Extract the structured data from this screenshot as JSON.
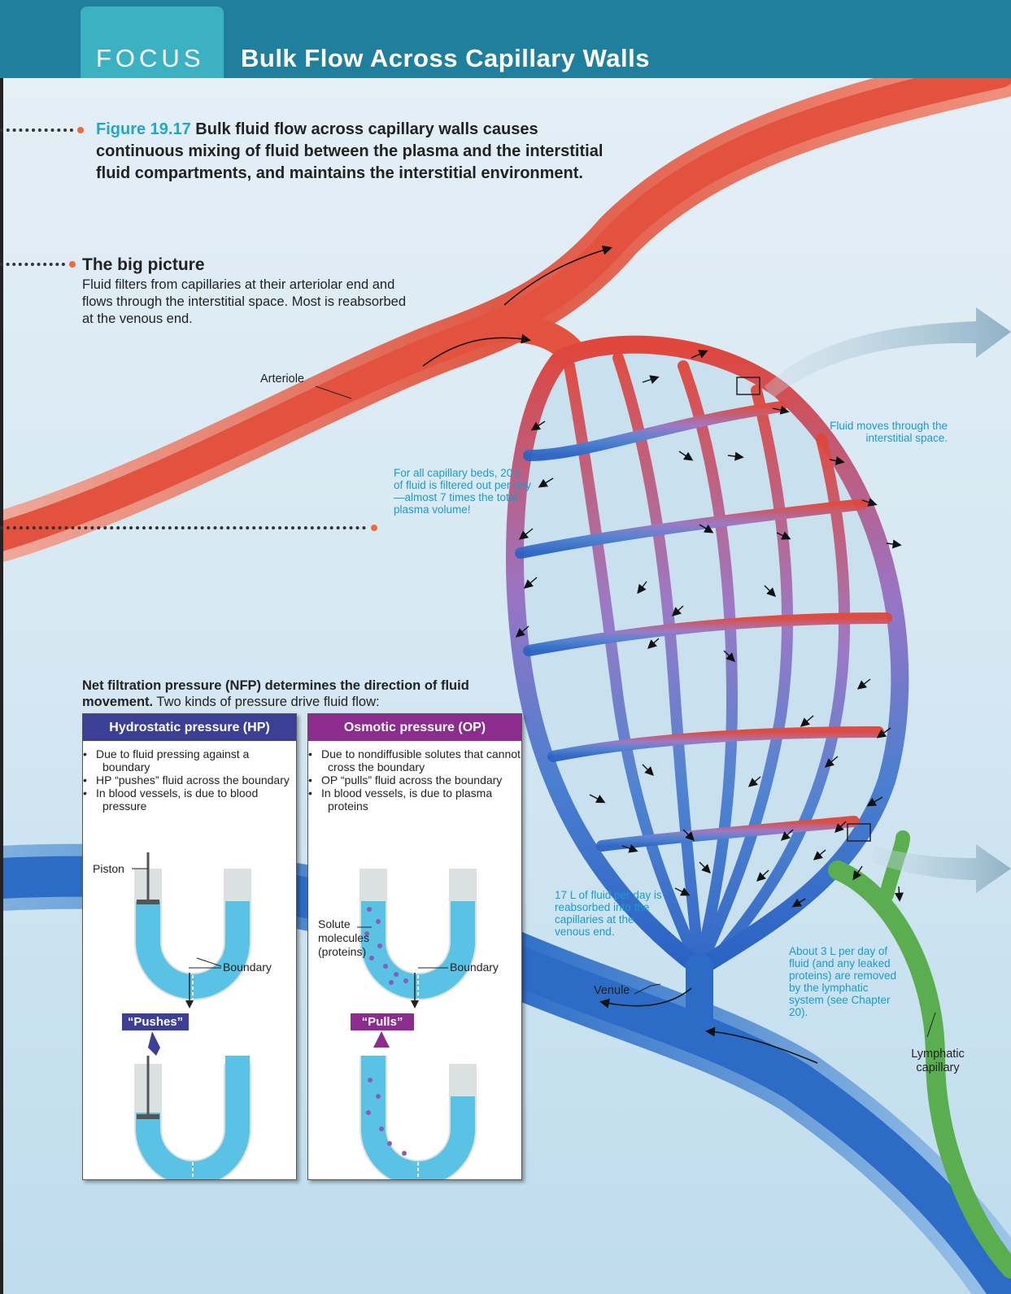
{
  "header": {
    "focus_label": "FOCUS",
    "title": "Bulk Flow Across Capillary Walls"
  },
  "figure": {
    "number": "Figure 19.17",
    "caption": "Bulk fluid flow across capillary walls causes continuous mixing of fluid between the plasma and the interstitial fluid compartments, and maintains the interstitial environment."
  },
  "big_picture": {
    "heading": "The big picture",
    "text": "Fluid filters from capillaries at their arteriolar end and flows through the interstitial space. Most is reabsorbed at the venous end."
  },
  "labels": {
    "arteriole": "Arteriole",
    "venule": "Venule",
    "lymphatic": "Lymphatic capillary",
    "interstitial": "Fluid moves through the interstitial space.",
    "filtered": "For all capillary beds, 20 L of fluid is filtered out per day—almost 7 times the total plasma volume!",
    "reabsorbed": "17 L of fluid per day is reabsorbed into the capillaries at the venous end.",
    "lymph_removed": "About 3 L per day of fluid (and any leaked proteins) are removed by the lymphatic system (see Chapter 20)."
  },
  "nfp": {
    "bold": "Net filtration pressure (NFP) determines the direction of fluid movement.",
    "rest": " Two kinds of pressure drive fluid flow:"
  },
  "panels": [
    {
      "title": "Hydrostatic pressure (HP)",
      "bullets": [
        "Due to fluid pressing against a boundary",
        "HP “pushes” fluid across the boundary",
        "In blood vessels, is due to blood pressure"
      ],
      "piston_label": "Piston",
      "boundary_label": "Boundary",
      "action": "“Pushes”",
      "color": "#3b3f96"
    },
    {
      "title": "Osmotic pressure (OP)",
      "bullets": [
        "Due to nondiffusible solutes that cannot cross the boundary",
        "OP “pulls” fluid across the boundary",
        "In blood vessels, is due to plasma proteins"
      ],
      "solute_label": "Solute molecules (proteins)",
      "boundary_label": "Boundary",
      "action": "“Pulls”",
      "color": "#8b2c8e"
    }
  ]
}
